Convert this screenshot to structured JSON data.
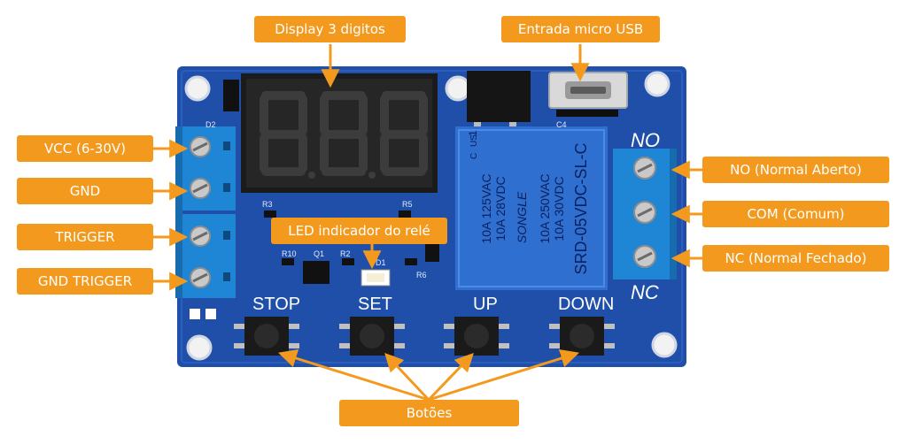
{
  "callouts": {
    "display": "Display 3 digitos",
    "usb": "Entrada micro USB",
    "vcc": "VCC (6-30V)",
    "gnd": "GND",
    "trigger": "TRIGGER",
    "gnd_trigger": "GND TRIGGER",
    "led": "LED indicador do relé",
    "no": "NO (Normal Aberto)",
    "com": "COM (Comum)",
    "nc": "NC (Normal Fechado)",
    "buttons": "Botões"
  },
  "board": {
    "button_labels": {
      "stop": "STOP",
      "set": "SET",
      "up": "UP",
      "down": "DOWN"
    },
    "terminal_labels": {
      "no": "NO",
      "nc": "NC"
    },
    "relay": {
      "brand": "SONGLE",
      "model": "SRD-05VDC-SL-C",
      "rating_ac1": "10A 250VAC",
      "rating_dc1": "10A 30VDC",
      "rating_ac2": "10A 125VAC",
      "rating_dc2": "10A 28VDC",
      "mark_c": "C",
      "mark_us": "US",
      "mark_one": "1"
    },
    "silkscreen": {
      "r10": "R10",
      "q1": "Q1",
      "r2": "R2",
      "d1": "D1",
      "r3": "R3",
      "r5": "R5",
      "r6": "R6",
      "d2": "D2",
      "c4": "C4"
    }
  },
  "colors": {
    "accent": "#f39a1e",
    "pcb": "#1f4fa8",
    "terminal": "#1f86d6",
    "relay": "#2e6fd0"
  }
}
